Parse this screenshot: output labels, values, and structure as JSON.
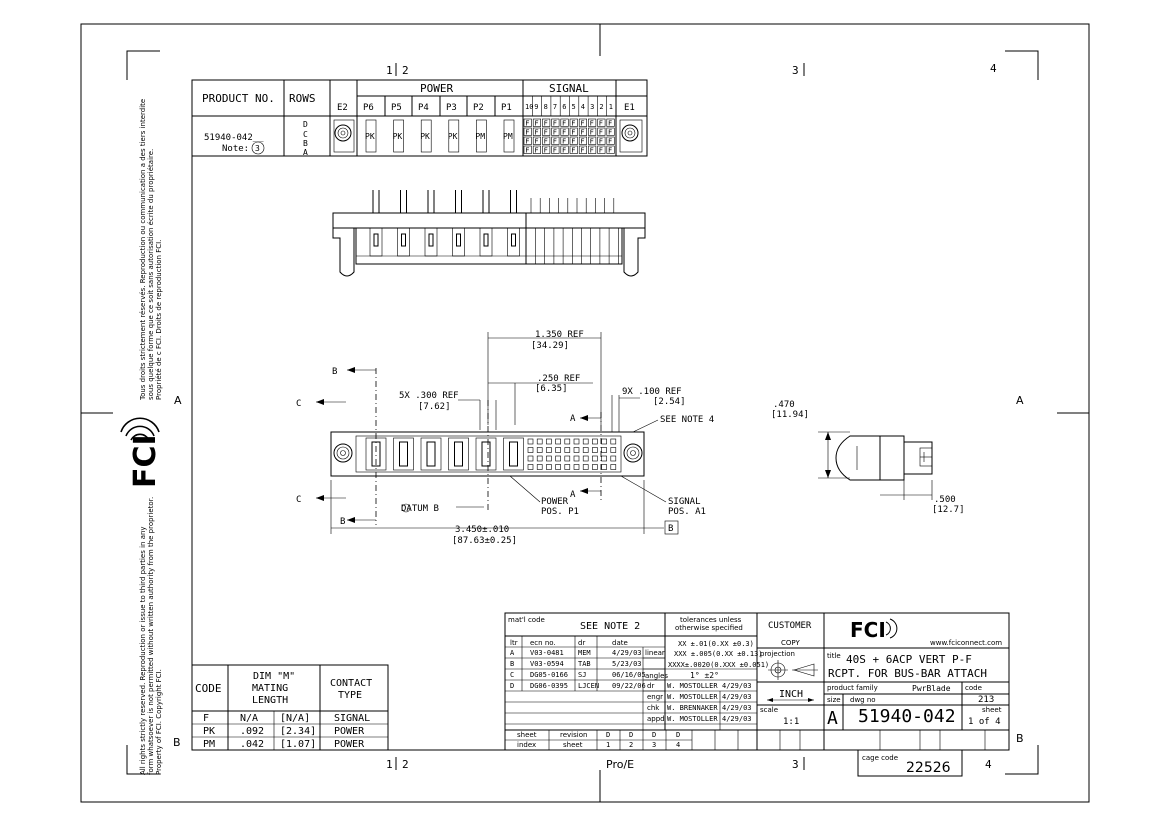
{
  "zones": {
    "top": [
      "1",
      "2",
      "3",
      "4"
    ],
    "bottom": [
      "1",
      "2",
      "Pro/E",
      "3",
      "4"
    ],
    "left": [
      "A",
      "B"
    ],
    "right": [
      "A",
      "B"
    ]
  },
  "side_notes": {
    "french_1": "Tous droits strictement réservés. Reproduction ou communication a des tiers interdite",
    "french_2": "sous quelque forme que ce soit sans autorisation écrite du propriétaire.",
    "french_3": "Propriété de c FCI.  Droits de reproduction FCI.",
    "english_1": "All rights strictly reserved.  Reproduction or issue to third parties in any",
    "english_2": "form whatsoever is not permitted without written authority from the proprietor.",
    "english_3": "Property of FCI.  Copyright FCI."
  },
  "side_logo": "FCI",
  "product_table": {
    "header_product": "PRODUCT NO.",
    "header_rows": "ROWS",
    "header_power": "POWER",
    "header_signal": "SIGNAL",
    "columns": [
      "E2",
      "P6",
      "P5",
      "P4",
      "P3",
      "P2",
      "P1"
    ],
    "signal_columns": [
      "10",
      "9",
      "8",
      "7",
      "6",
      "5",
      "4",
      "3",
      "2",
      "1"
    ],
    "column_e1": "E1",
    "product_no": "51940-042__",
    "note": "Note:",
    "note_num": "3",
    "rows": [
      "D",
      "C",
      "B",
      "A"
    ],
    "power_codes": [
      "PK",
      "PK",
      "PK",
      "PK",
      "PM",
      "PM"
    ],
    "signal_code": "F"
  },
  "dimensions": {
    "ref_1350": "1.350  REF",
    "ref_1350_mm": "[34.29]",
    "ref_250": ".250  REF",
    "ref_250_mm": "[6.35]",
    "pitch_300": "5X .300  REF",
    "pitch_300_mm": "[7.62]",
    "pitch_100": "9X .100  REF",
    "pitch_100_mm": "[2.54]",
    "see_note_4": "SEE NOTE 4",
    "datum_b": "DATUM B",
    "power_pos": "POWER",
    "power_pos_2": "POS. P1",
    "signal_pos": "SIGNAL",
    "signal_pos_2": "POS. A1",
    "overall": "3.450±.010",
    "overall_mm": "[87.63±0.25]",
    "datum_box": "B",
    "height_470": ".470",
    "height_470_mm": "[11.94]",
    "width_500": ".500",
    "width_500_mm": "[12.7]",
    "sections": [
      "B",
      "C",
      "A"
    ]
  },
  "code_table": {
    "headers": [
      "CODE",
      "DIM \"M\"",
      "MATING",
      "LENGTH",
      "CONTACT",
      "TYPE"
    ],
    "rows": [
      {
        "code": "F",
        "in": "N/A",
        "mm": "[N/A]",
        "type": "SIGNAL"
      },
      {
        "code": "PK",
        "in": ".092",
        "mm": "[2.34]",
        "type": "POWER"
      },
      {
        "code": "PM",
        "in": ".042",
        "mm": "[1.07]",
        "type": "POWER"
      }
    ]
  },
  "title_block": {
    "matl_code": "mat'l code",
    "see_note_2": "SEE NOTE 2",
    "tolerances_1": "tolerances unless",
    "tolerances_2": "otherwise specified",
    "rev_headers": [
      "ltr",
      "ecn no.",
      "dr",
      "date"
    ],
    "revisions": [
      [
        "A",
        "V03-0481",
        "MEM",
        "4/29/03"
      ],
      [
        "B",
        "V03-0594",
        "TAB",
        "5/23/03"
      ],
      [
        "C",
        "DG05-0166",
        "SJ",
        "06/16/05"
      ],
      [
        "D",
        "DG06-0395",
        "LJCEN",
        "09/22/06"
      ]
    ],
    "linear": "linear",
    "tol_lines": [
      "XX ±.01(0.XX ±0.3)",
      "XXX ±.005(0.XX ±0.13)",
      "XXXX±.0020(0.XXX ±0.051)"
    ],
    "angles": "angles",
    "angle_val": "1° ±2°",
    "signoff": [
      [
        "dr",
        "W. MOSTOLLER",
        "4/29/03"
      ],
      [
        "engr",
        "W. MOSTOLLER",
        "4/29/03"
      ],
      [
        "chk",
        "W. BRENNAKER",
        "4/29/03"
      ],
      [
        "appd",
        "W. MOSTOLLER",
        "4/29/03"
      ]
    ],
    "sheet_index": [
      "sheet",
      "index"
    ],
    "revision": "revision",
    "sheet": "sheet",
    "rev_row": [
      "D",
      "D",
      "D",
      "D"
    ],
    "sheet_row": [
      "1",
      "2",
      "3",
      "4"
    ],
    "customer": "CUSTOMER",
    "copy": "COPY",
    "projection": "projection",
    "units": "INCH",
    "scale_label": "scale",
    "scale": "1:1",
    "logo": "FCI",
    "website": "www.fciconnect.com",
    "title_label": "title",
    "title_1": "40S + 6ACP VERT P-F",
    "title_2": "RCPT. FOR BUS-BAR ATTACH",
    "product_family_label": "product family",
    "product_family": "PwrBlade",
    "code_label": "code",
    "code": "213",
    "size_label": "size",
    "dwg_no_label": "dwg no",
    "size": "A",
    "dwg_no": "51940-042",
    "sheet_label": "sheet",
    "sheet_of": "1 of 4",
    "cage_code_label": "cage code",
    "cage_code": "22526"
  }
}
